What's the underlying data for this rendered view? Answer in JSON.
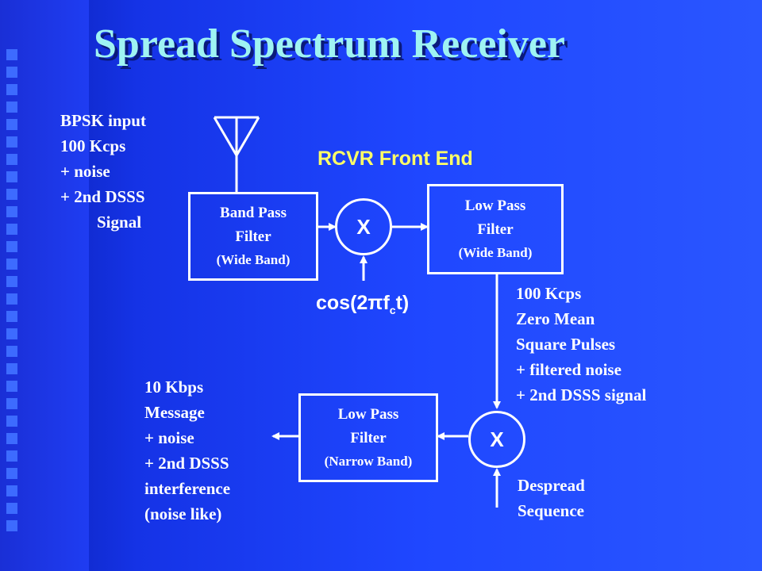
{
  "slide": {
    "title": "Spread Spectrum Receiver",
    "colors": {
      "background": "#1f47ff",
      "title": "#9ff3f3",
      "highlight": "#ffff66",
      "lines": "#ffffff"
    }
  },
  "diagram": {
    "front_end_label": "RCVR Front End",
    "input_label": [
      "BPSK input",
      "100 Kcps",
      "+ noise",
      "+ 2nd DSSS",
      "Signal"
    ],
    "bpf": {
      "name": [
        "Band Pass",
        "Filter"
      ],
      "band": "(Wide Band)"
    },
    "mixer1_symbol": "X",
    "carrier": {
      "prefix": "cos(2πf",
      "subscript": "c",
      "suffix": "t)"
    },
    "lpf_wide": {
      "name": [
        "Low Pass",
        "Filter"
      ],
      "band": "(Wide Band)"
    },
    "intermediate_label": [
      "100 Kcps",
      "Zero Mean",
      "Square Pulses",
      "+ filtered noise",
      "+ 2nd DSSS signal"
    ],
    "mixer2_symbol": "X",
    "despread_label": [
      "Despread",
      "Sequence"
    ],
    "lpf_narrow": {
      "name": [
        "Low Pass",
        "Filter"
      ],
      "band": "(Narrow Band)"
    },
    "output_label": [
      "10 Kbps",
      "Message",
      "+ noise",
      "+ 2nd DSSS",
      "interference",
      "(noise like)"
    ]
  }
}
